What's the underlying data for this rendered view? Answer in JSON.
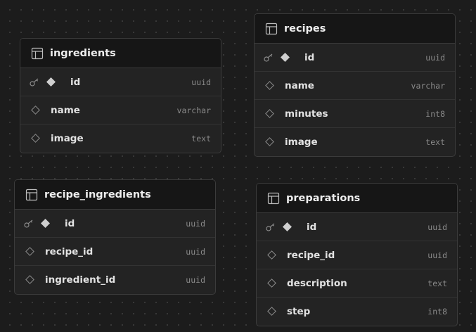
{
  "tables": {
    "ingredients": {
      "name": "ingredients",
      "columns": [
        {
          "name": "id",
          "type": "uuid",
          "primary": true
        },
        {
          "name": "name",
          "type": "varchar",
          "primary": false
        },
        {
          "name": "image",
          "type": "text",
          "primary": false
        }
      ]
    },
    "recipes": {
      "name": "recipes",
      "columns": [
        {
          "name": "id",
          "type": "uuid",
          "primary": true
        },
        {
          "name": "name",
          "type": "varchar",
          "primary": false
        },
        {
          "name": "minutes",
          "type": "int8",
          "primary": false
        },
        {
          "name": "image",
          "type": "text",
          "primary": false
        }
      ]
    },
    "recipe_ingredients": {
      "name": "recipe_ingredients",
      "columns": [
        {
          "name": "id",
          "type": "uuid",
          "primary": true
        },
        {
          "name": "recipe_id",
          "type": "uuid",
          "primary": false
        },
        {
          "name": "ingredient_id",
          "type": "uuid",
          "primary": false
        }
      ]
    },
    "preparations": {
      "name": "preparations",
      "columns": [
        {
          "name": "id",
          "type": "uuid",
          "primary": true
        },
        {
          "name": "recipe_id",
          "type": "uuid",
          "primary": false
        },
        {
          "name": "description",
          "type": "text",
          "primary": false
        },
        {
          "name": "step",
          "type": "int8",
          "primary": false
        }
      ]
    }
  },
  "colors": {
    "background": "#1c1c1c",
    "card": "#232323",
    "header": "#161616",
    "border": "#3b3b3b",
    "text": "#e2e2e2",
    "type_text": "#8a8a8a"
  },
  "icons": {
    "table": "table-grid-icon",
    "primary_key": "key-icon",
    "primary_marker": "filled-diamond-icon",
    "column_marker": "outline-diamond-icon"
  }
}
